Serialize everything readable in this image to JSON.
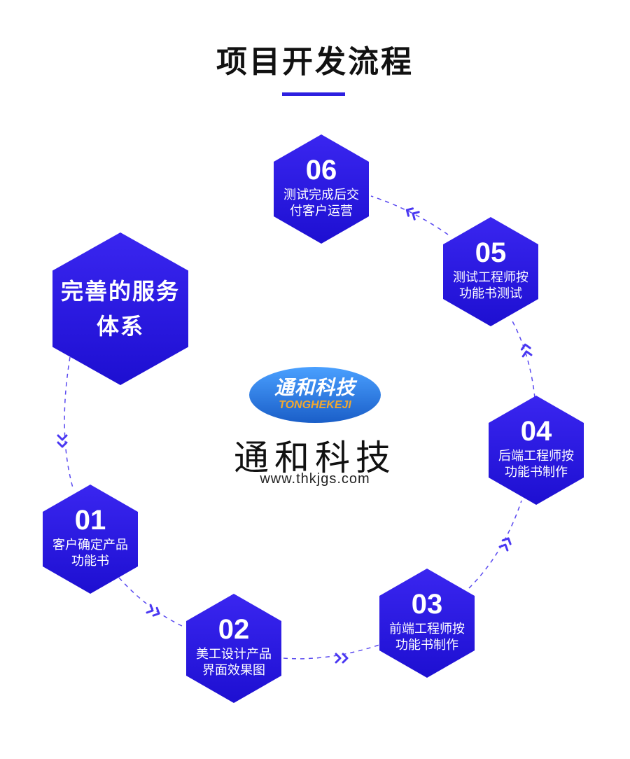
{
  "header": {
    "title": "项目开发流程"
  },
  "service": {
    "label": "完善的服务体系"
  },
  "steps": [
    {
      "number": "01",
      "text": "客户确定产品功能书"
    },
    {
      "number": "02",
      "text": "美工设计产品界面效果图"
    },
    {
      "number": "03",
      "text": "前端工程师按功能书制作"
    },
    {
      "number": "04",
      "text": "后端工程师按功能书制作"
    },
    {
      "number": "05",
      "text": "测试工程师按功能书测试"
    },
    {
      "number": "06",
      "text": "测试完成后交付客户运营"
    }
  ],
  "brand": {
    "logo_cn": "通和科技",
    "logo_en": "TONGHEKEJI",
    "calligraphy": "通和科技",
    "url": "www.thkjgs.com"
  },
  "colors": {
    "hex_gradient_top": "#3a26f0",
    "hex_gradient_bottom": "#1d0fd1",
    "accent": "#2d1fe0",
    "connector": "#5a4af0"
  },
  "icons": {
    "connector_arrow": "double-chevron-arrow-icon"
  }
}
